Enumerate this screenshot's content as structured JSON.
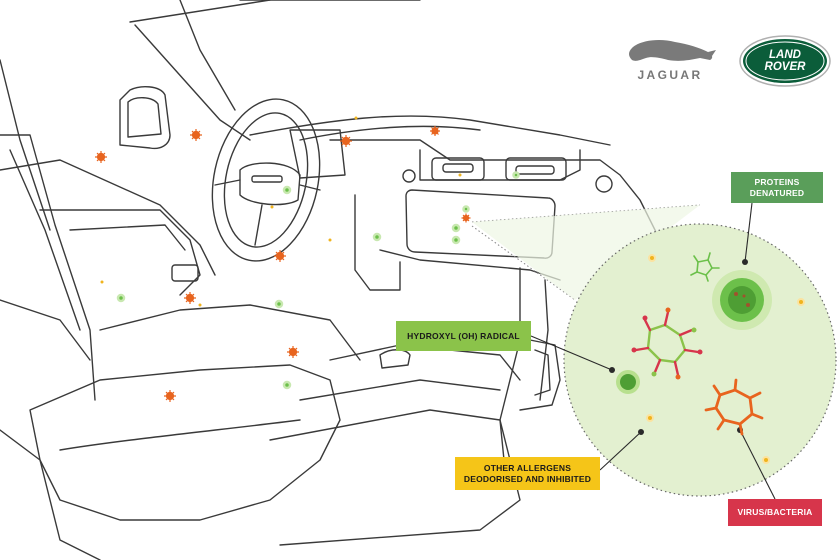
{
  "brands": {
    "jaguar": "JAGUAR",
    "land_rover_line1": "LAND",
    "land_rover_line2": "ROVER"
  },
  "labels": {
    "proteins": "PROTEINS\nDENATURED",
    "hydroxyl": "HYDROXYL (OH) RADICAL",
    "allergens": "OTHER ALLERGENS\nDEODORISED AND INHIBITED",
    "virus": "VIRUS/BACTERIA"
  },
  "colors": {
    "line": "#3a3a3a",
    "proteins_bg": "#5a9e5a",
    "hydroxyl_bg": "#8bc34a",
    "allergens_bg": "#f5c518",
    "virus_bg": "#d7354b",
    "magnifier_fill": "#e3f0d0",
    "lr_green": "#0b5d3a",
    "germ_orange": "#e8641e",
    "particle_green": "#6cc04a",
    "particle_yellow": "#f0b41e"
  },
  "icons": {
    "jaguar_logo": "leaping-jaguar-icon",
    "land_rover_logo": "land-rover-oval-badge",
    "virus": "virus-icon",
    "bacteria": "bacteria-icon",
    "hydroxyl": "hydroxyl-particle-icon",
    "protein": "denatured-protein-icon"
  }
}
